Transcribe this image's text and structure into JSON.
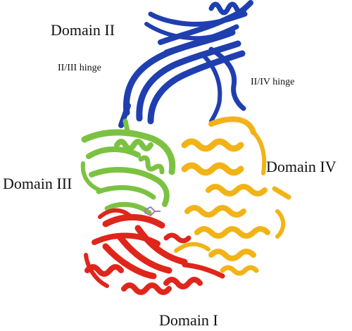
{
  "labels": {
    "domain_ii": "Domain II",
    "hinge_ii_iii": "II/III hinge",
    "hinge_ii_iv": "II/IV hinge",
    "domain_iii": "Domain III",
    "domain_iv": "Domain IV",
    "domain_i": "Domain I"
  },
  "colors": {
    "domain_i": "#e0251b",
    "domain_ii": "#1f3fb0",
    "domain_iii": "#7cc242",
    "domain_iv": "#f2b317",
    "ligand": "#a97ab8"
  }
}
